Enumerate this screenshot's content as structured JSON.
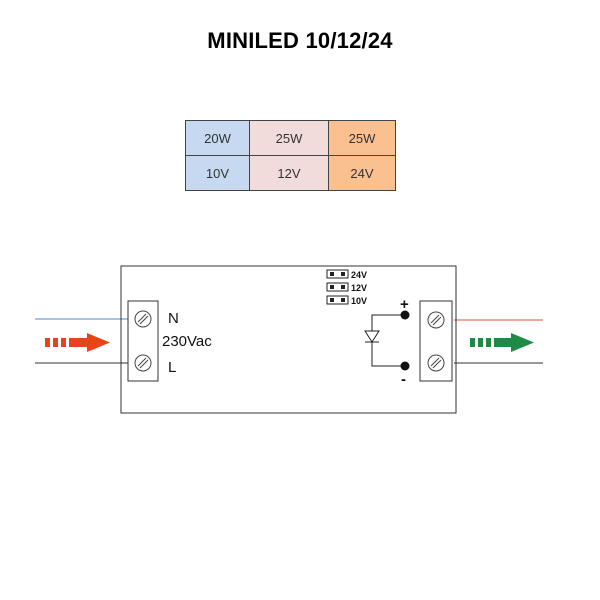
{
  "title": "MINILED 10/12/24",
  "table": {
    "rows": [
      [
        {
          "text": "20W",
          "color": "#c6d9f1"
        },
        {
          "text": "25W",
          "color": "#f2dcdb"
        },
        {
          "text": "25W",
          "color": "#fac090"
        }
      ],
      [
        {
          "text": "10V",
          "color": "#c6d9f1"
        },
        {
          "text": "12V",
          "color": "#f2dcdb"
        },
        {
          "text": "24V",
          "color": "#fac090"
        }
      ]
    ]
  },
  "diagram": {
    "input": {
      "n_label": "N",
      "voltage_label": "230Vac",
      "l_label": "L"
    },
    "jumpers": [
      {
        "label": "24V"
      },
      {
        "label": "12V"
      },
      {
        "label": "10V"
      }
    ],
    "output": {
      "plus_label": "+",
      "minus_label": "-"
    },
    "colors": {
      "input_arrow": "#e8441a",
      "output_arrow": "#1f8a47",
      "neutral_wire": "#4a8ad4",
      "positive_wire": "#d9542a",
      "line_wire": "#333333"
    }
  }
}
